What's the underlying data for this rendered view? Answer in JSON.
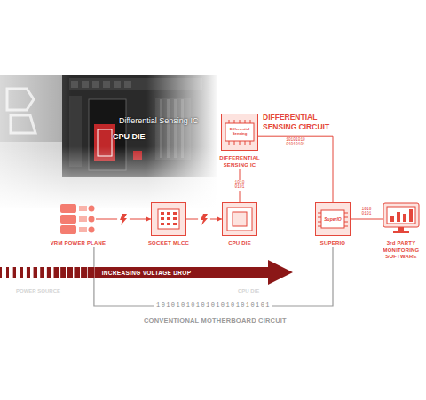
{
  "diagram": {
    "nodes": [
      {
        "text": [
          "Differential Sensing",
          "DIFFERENTIAL SENSING IC"
        ]
      },
      {
        "text": [
          "VRM POWER PLANE"
        ]
      },
      {
        "text": [
          "SOCKET MLCC"
        ]
      },
      {
        "text": [
          "CPU DIE"
        ]
      },
      {
        "text": [
          "SuperIO",
          "SUPERIO"
        ]
      },
      {
        "text": [
          "3rd PARTY MONITORING SOFTWARE"
        ]
      },
      {
        "text": [
          "INCREASING VOLTAGE DROP"
        ]
      }
    ],
    "edges": [
      {
        "from": 0,
        "to": 3,
        "label": "1010 0101",
        "arrow": "none"
      },
      {
        "from": 0,
        "to": 4,
        "label": "10101010 01010101",
        "arrow": "none"
      },
      {
        "from": 1,
        "to": 2,
        "arrow": "to"
      },
      {
        "from": 2,
        "to": 3,
        "arrow": "to"
      },
      {
        "from": 4,
        "to": 5,
        "label": "1010 0101",
        "arrow": "none"
      },
      {
        "from": 1,
        "to": 4,
        "label": "10101010101010101010101",
        "arrow": "none"
      }
    ],
    "labels": [
      "Differential Sensing IC",
      "CPU DIE",
      "DIFFERENTIAL SENSING CIRCUIT",
      "POWER SOURCE",
      "CPU DIE",
      "CONVENTIONAL MOTHERBOARD CIRCUIT"
    ]
  }
}
